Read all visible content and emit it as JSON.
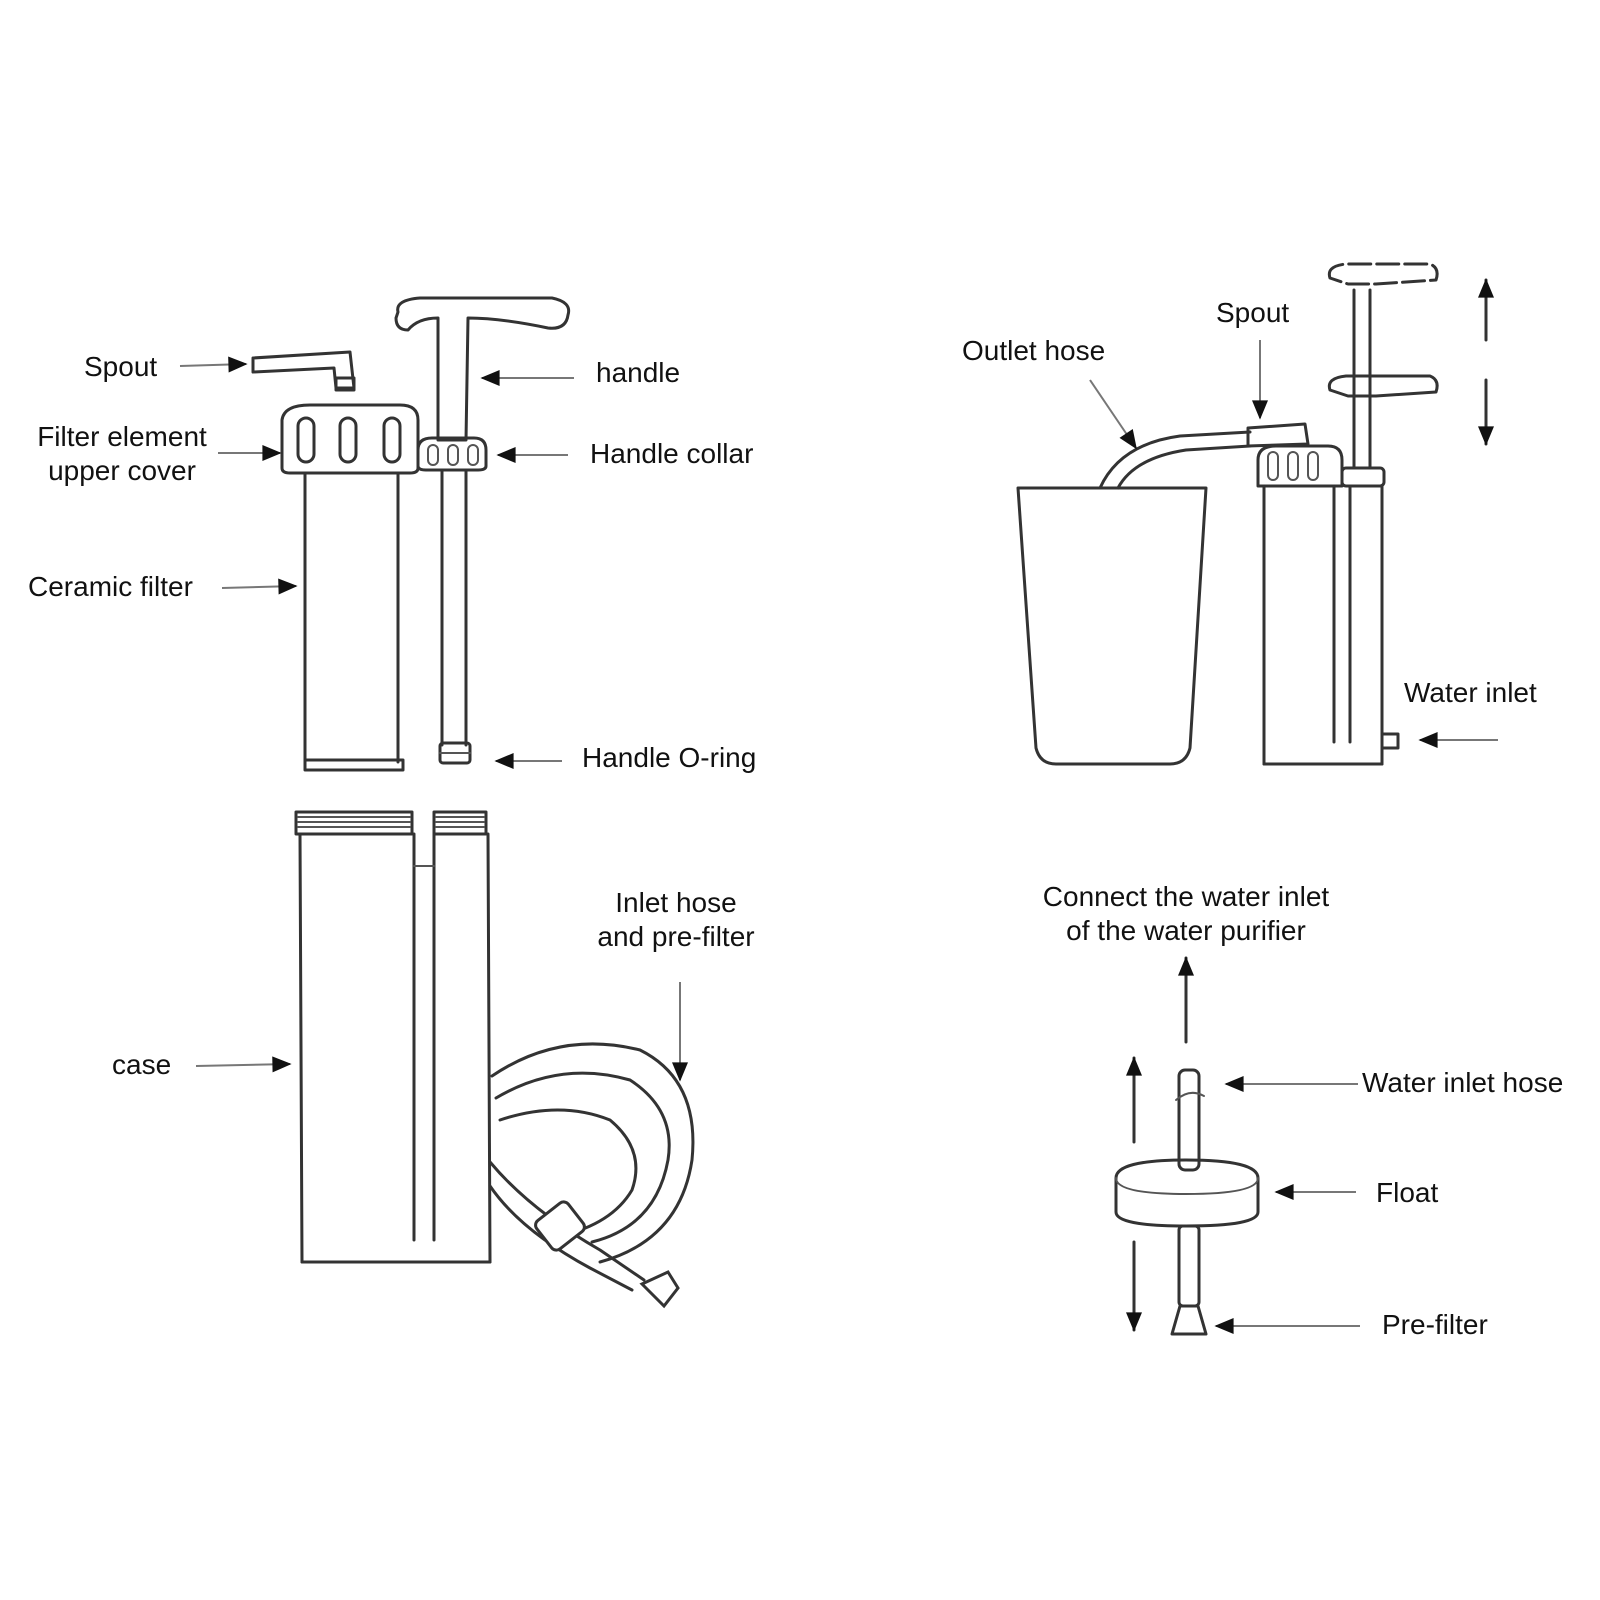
{
  "labels": {
    "spout_left": "Spout",
    "filter_cover_line1": "Filter element",
    "filter_cover_line2": "upper cover",
    "ceramic_filter": "Ceramic filter",
    "handle": "handle",
    "handle_collar": "Handle collar",
    "handle_oring": "Handle O-ring",
    "case": "case",
    "inlet_hose_line1": "Inlet hose",
    "inlet_hose_line2": "and pre-filter",
    "outlet_hose": "Outlet hose",
    "spout_right": "Spout",
    "water_inlet": "Water inlet",
    "connect_line1": "Connect the water inlet",
    "connect_line2": "of the water purifier",
    "water_inlet_hose": "Water inlet hose",
    "float": "Float",
    "pre_filter": "Pre-filter"
  },
  "colors": {
    "line": "#333333",
    "arrow": "#111111",
    "background": "#ffffff"
  }
}
